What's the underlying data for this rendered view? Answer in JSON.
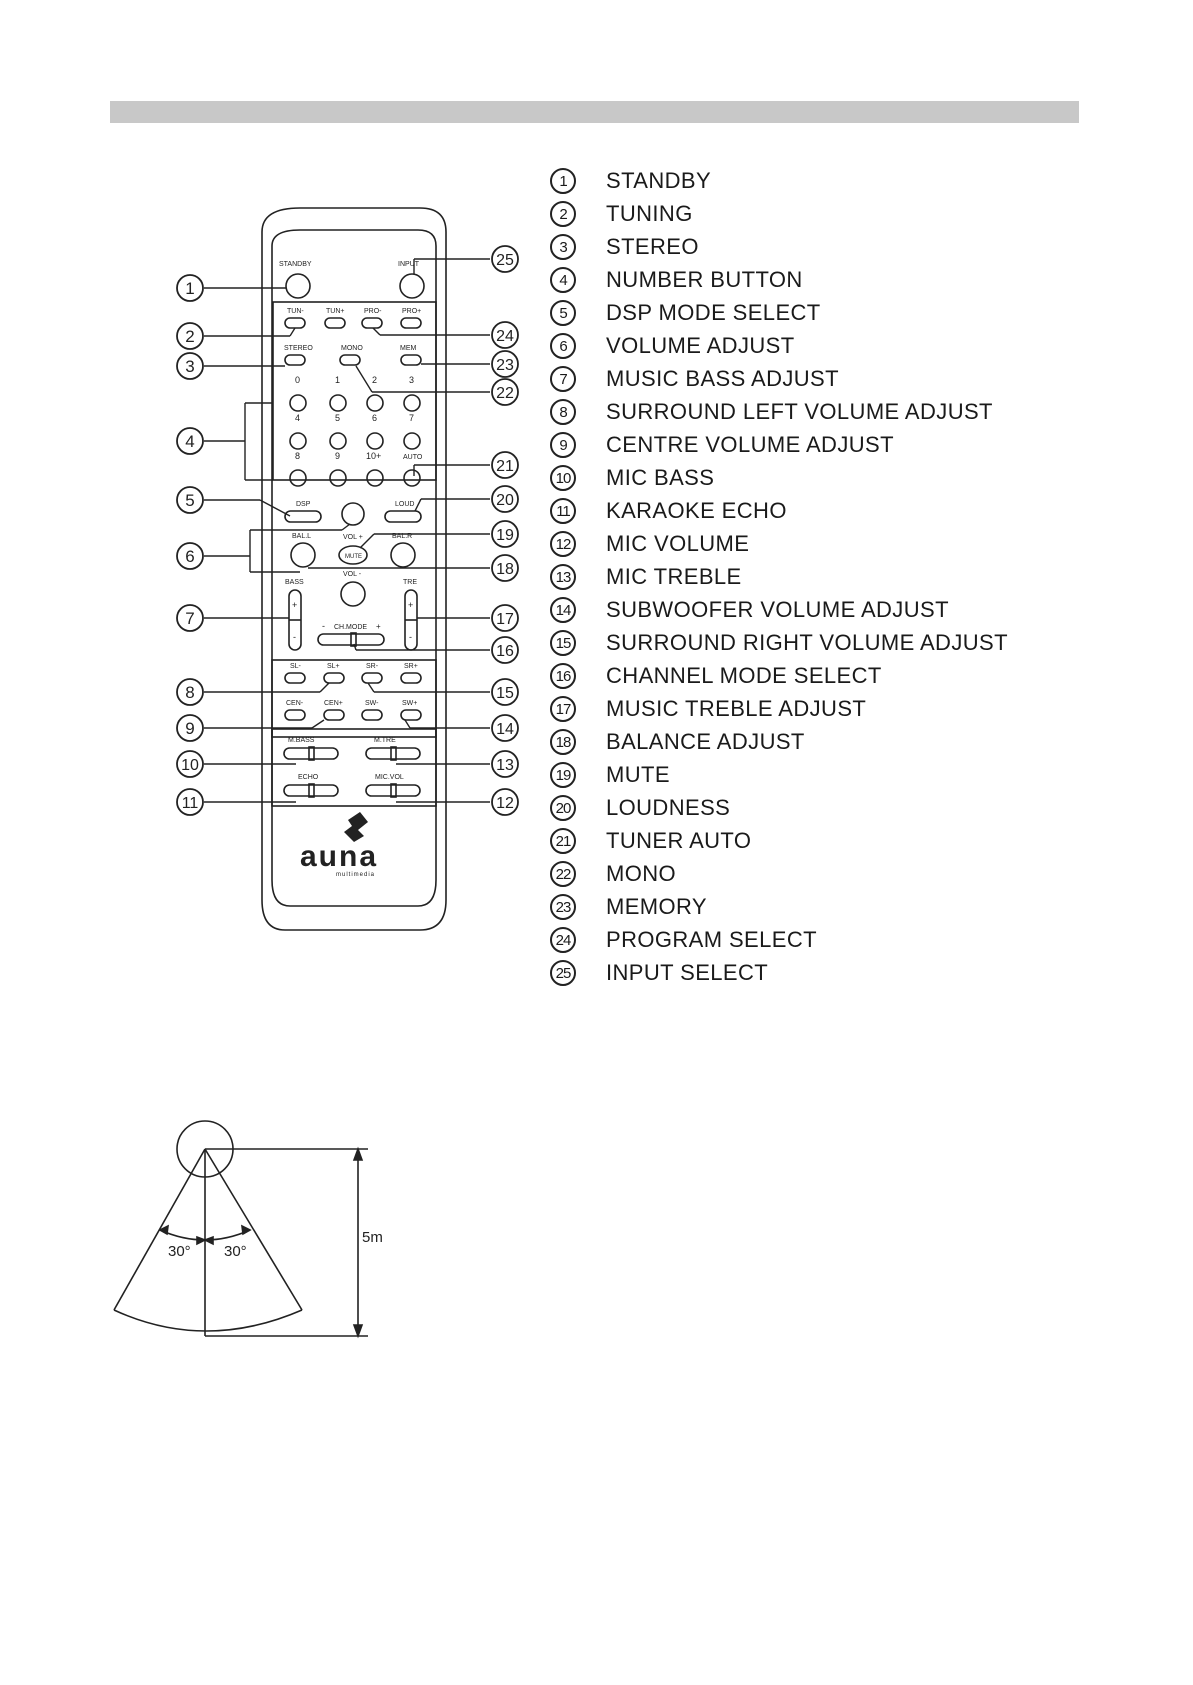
{
  "remote": {
    "brand": "auna",
    "brand_sub": "multimedia",
    "rows": {
      "standby": "STANDBY",
      "input": "INPUT",
      "tun_minus": "TUN-",
      "tun_plus": "TUN+",
      "pro_minus": "PRO-",
      "pro_plus": "PRO+",
      "stereo": "STEREO",
      "mono": "MONO",
      "mem": "MEM",
      "digits": [
        "0",
        "1",
        "2",
        "3",
        "4",
        "5",
        "6",
        "7",
        "8",
        "9",
        "10+"
      ],
      "auto": "AUTO",
      "dsp": "DSP",
      "loud": "LOUD",
      "vol_plus": "VOL +",
      "vol_minus": "VOL -",
      "bal_l": "BAL.L",
      "bal_r": "BAL.R",
      "mute": "MUTE",
      "bass": "BASS",
      "tre": "TRE",
      "ch_mode": "CH.MODE",
      "sl_minus": "SL-",
      "sl_plus": "SL+",
      "sr_minus": "SR-",
      "sr_plus": "SR+",
      "cen_minus": "CEN-",
      "cen_plus": "CEN+",
      "sw_minus": "SW-",
      "sw_plus": "SW+",
      "m_bass": "M.BASS",
      "m_tre": "M.TRE",
      "echo": "ECHO",
      "mic_vol": "MIC.VOL",
      "plus": "+",
      "minus": "-"
    },
    "callouts": [
      "1",
      "2",
      "3",
      "4",
      "5",
      "6",
      "7",
      "8",
      "9",
      "10",
      "11",
      "12",
      "13",
      "14",
      "15",
      "16",
      "17",
      "18",
      "19",
      "20",
      "21",
      "22",
      "23",
      "24",
      "25"
    ]
  },
  "legend": [
    {
      "n": "1",
      "label": "STANDBY"
    },
    {
      "n": "2",
      "label": "TUNING"
    },
    {
      "n": "3",
      "label": "STEREO"
    },
    {
      "n": "4",
      "label": "NUMBER BUTTON"
    },
    {
      "n": "5",
      "label": "DSP MODE SELECT"
    },
    {
      "n": "6",
      "label": "VOLUME ADJUST"
    },
    {
      "n": "7",
      "label": "MUSIC BASS ADJUST"
    },
    {
      "n": "8",
      "label": "SURROUND LEFT VOLUME ADJUST"
    },
    {
      "n": "9",
      "label": "CENTRE VOLUME ADJUST"
    },
    {
      "n": "10",
      "label": "MIC BASS"
    },
    {
      "n": "11",
      "label": "KARAOKE ECHO"
    },
    {
      "n": "12",
      "label": "MIC VOLUME"
    },
    {
      "n": "13",
      "label": "MIC TREBLE"
    },
    {
      "n": "14",
      "label": "SUBWOOFER VOLUME ADJUST"
    },
    {
      "n": "15",
      "label": "SURROUND RIGHT VOLUME ADJUST"
    },
    {
      "n": "16",
      "label": "CHANNEL MODE SELECT"
    },
    {
      "n": "17",
      "label": "MUSIC TREBLE ADJUST"
    },
    {
      "n": "18",
      "label": "BALANCE ADJUST"
    },
    {
      "n": "19",
      "label": "MUTE"
    },
    {
      "n": "20",
      "label": "LOUDNESS"
    },
    {
      "n": "21",
      "label": "TUNER AUTO"
    },
    {
      "n": "22",
      "label": "MONO"
    },
    {
      "n": "23",
      "label": "MEMORY"
    },
    {
      "n": "24",
      "label": "PROGRAM SELECT"
    },
    {
      "n": "25",
      "label": "INPUT SELECT"
    }
  ],
  "range_diagram": {
    "angle_left": "30°",
    "angle_right": "30°",
    "distance": "5m"
  }
}
